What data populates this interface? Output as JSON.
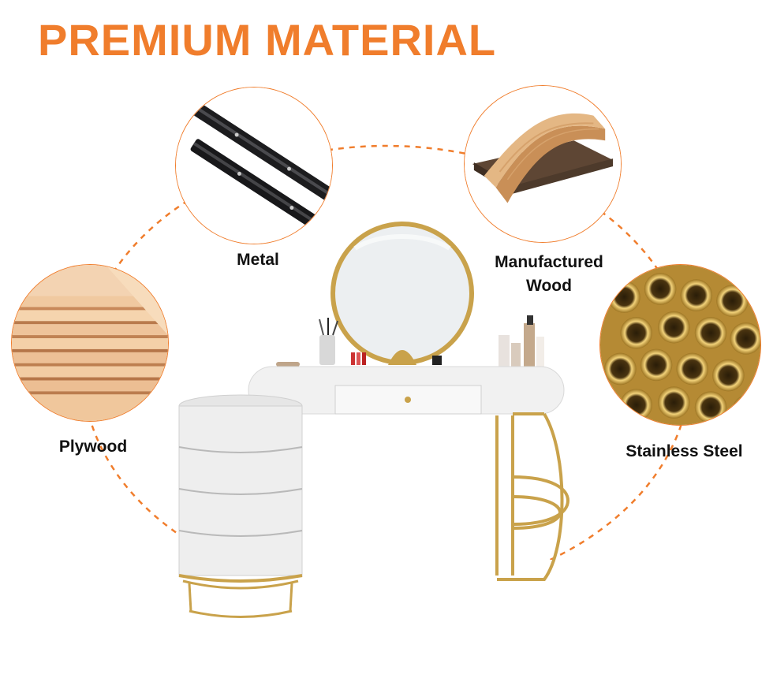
{
  "title": "PREMIUM MATERIAL",
  "accent_color": "#f07d2c",
  "materials": [
    {
      "name": "Metal",
      "icon": "drawer-slide-icon"
    },
    {
      "name": "Manufactured Wood",
      "icon": "wood-panel-icon"
    },
    {
      "name": "Plywood",
      "icon": "plywood-stack-icon"
    },
    {
      "name": "Stainless Steel",
      "icon": "steel-tubes-icon"
    }
  ],
  "label_lines": {
    "manufactured_wood_1": "Manufactured",
    "manufactured_wood_2": "Wood"
  }
}
